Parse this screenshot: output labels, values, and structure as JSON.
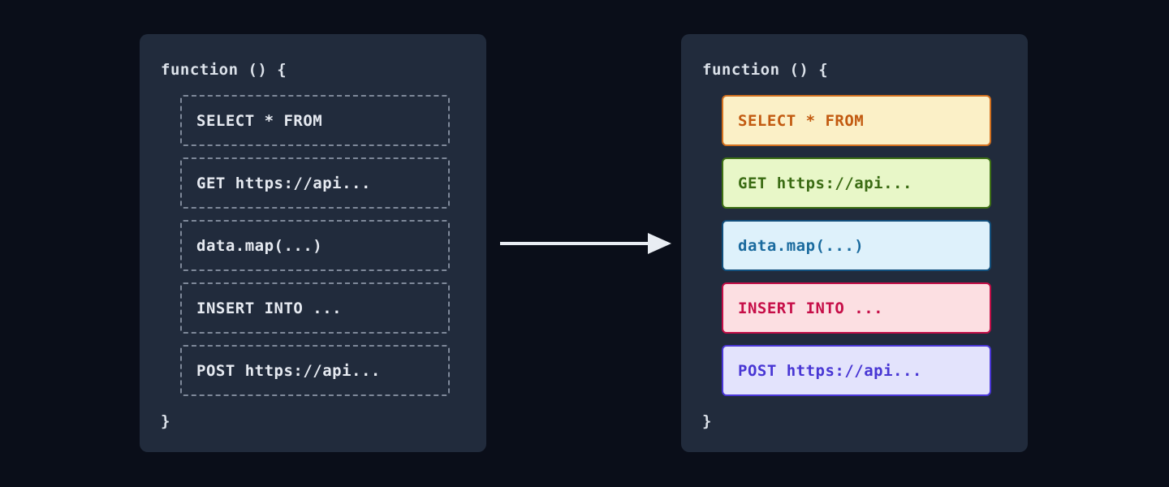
{
  "page": {
    "background": "#0a0e19",
    "panel_background": "#212b3c",
    "code_text_color": "#dce2ea",
    "dashed_border_color": "#7e8899",
    "arrow_color": "#e9edf3"
  },
  "left_panel": {
    "header": "function () {",
    "footer": "}",
    "items": [
      {
        "label": "SELECT * FROM"
      },
      {
        "label": "GET https://api..."
      },
      {
        "label": "data.map(...)"
      },
      {
        "label": "INSERT INTO ..."
      },
      {
        "label": "POST https://api..."
      }
    ]
  },
  "right_panel": {
    "header": "function () {",
    "footer": "}",
    "items": [
      {
        "label": "SELECT * FROM",
        "bg": "#fbf0c7",
        "border": "#d2701f",
        "text": "#c25a10"
      },
      {
        "label": "GET https://api...",
        "bg": "#e8f7c8",
        "border": "#3e7115",
        "text": "#3a6b13"
      },
      {
        "label": "data.map(...)",
        "bg": "#def1fb",
        "border": "#124f7c",
        "text": "#1a6a9e"
      },
      {
        "label": "INSERT INTO ...",
        "bg": "#fcdfe2",
        "border": "#c20e47",
        "text": "#c60e48"
      },
      {
        "label": "POST https://api...",
        "bg": "#e3e3fc",
        "border": "#4a36d6",
        "text": "#4836d4"
      }
    ]
  }
}
